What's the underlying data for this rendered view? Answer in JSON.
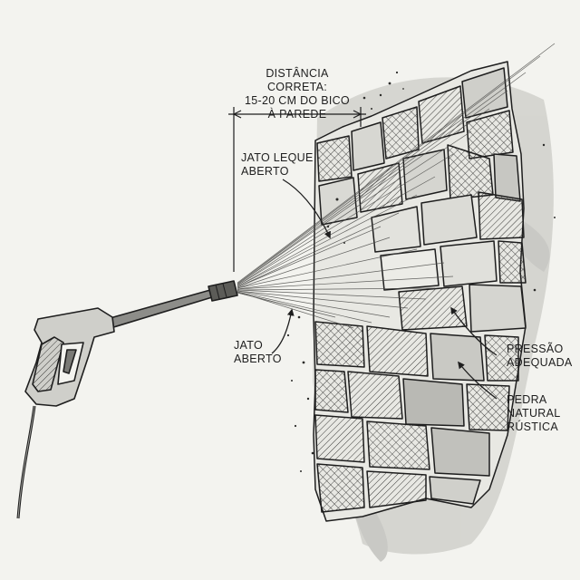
{
  "labels": {
    "distance": {
      "line1": "DISTÂNCIA CORRETA:",
      "line2": "15-20 CM DO BICO",
      "line3": "À PAREDE"
    },
    "fan_jet": {
      "line1": "JATO LEQUE",
      "line2": "ABERTO"
    },
    "open_jet": {
      "line1": "JATO",
      "line2": "ABERTO"
    },
    "pressure": {
      "line1": "PRESSÃO",
      "line2": "ADEQUADA"
    },
    "stone": {
      "line1": "PEDRA",
      "line2": "NATURAL",
      "line3": "RÚSTICA"
    }
  },
  "colors": {
    "background": "#f3f3ef",
    "ink": "#1e1e1e",
    "stone_shade": "#9a9a96",
    "stone_dark": "#5e5e5a",
    "wash": "#bdbdb8"
  },
  "icons": {
    "gun": "pressure-washer-gun-icon",
    "nozzle": "nozzle-icon",
    "hose": "hose-icon",
    "wall": "stone-wall"
  }
}
